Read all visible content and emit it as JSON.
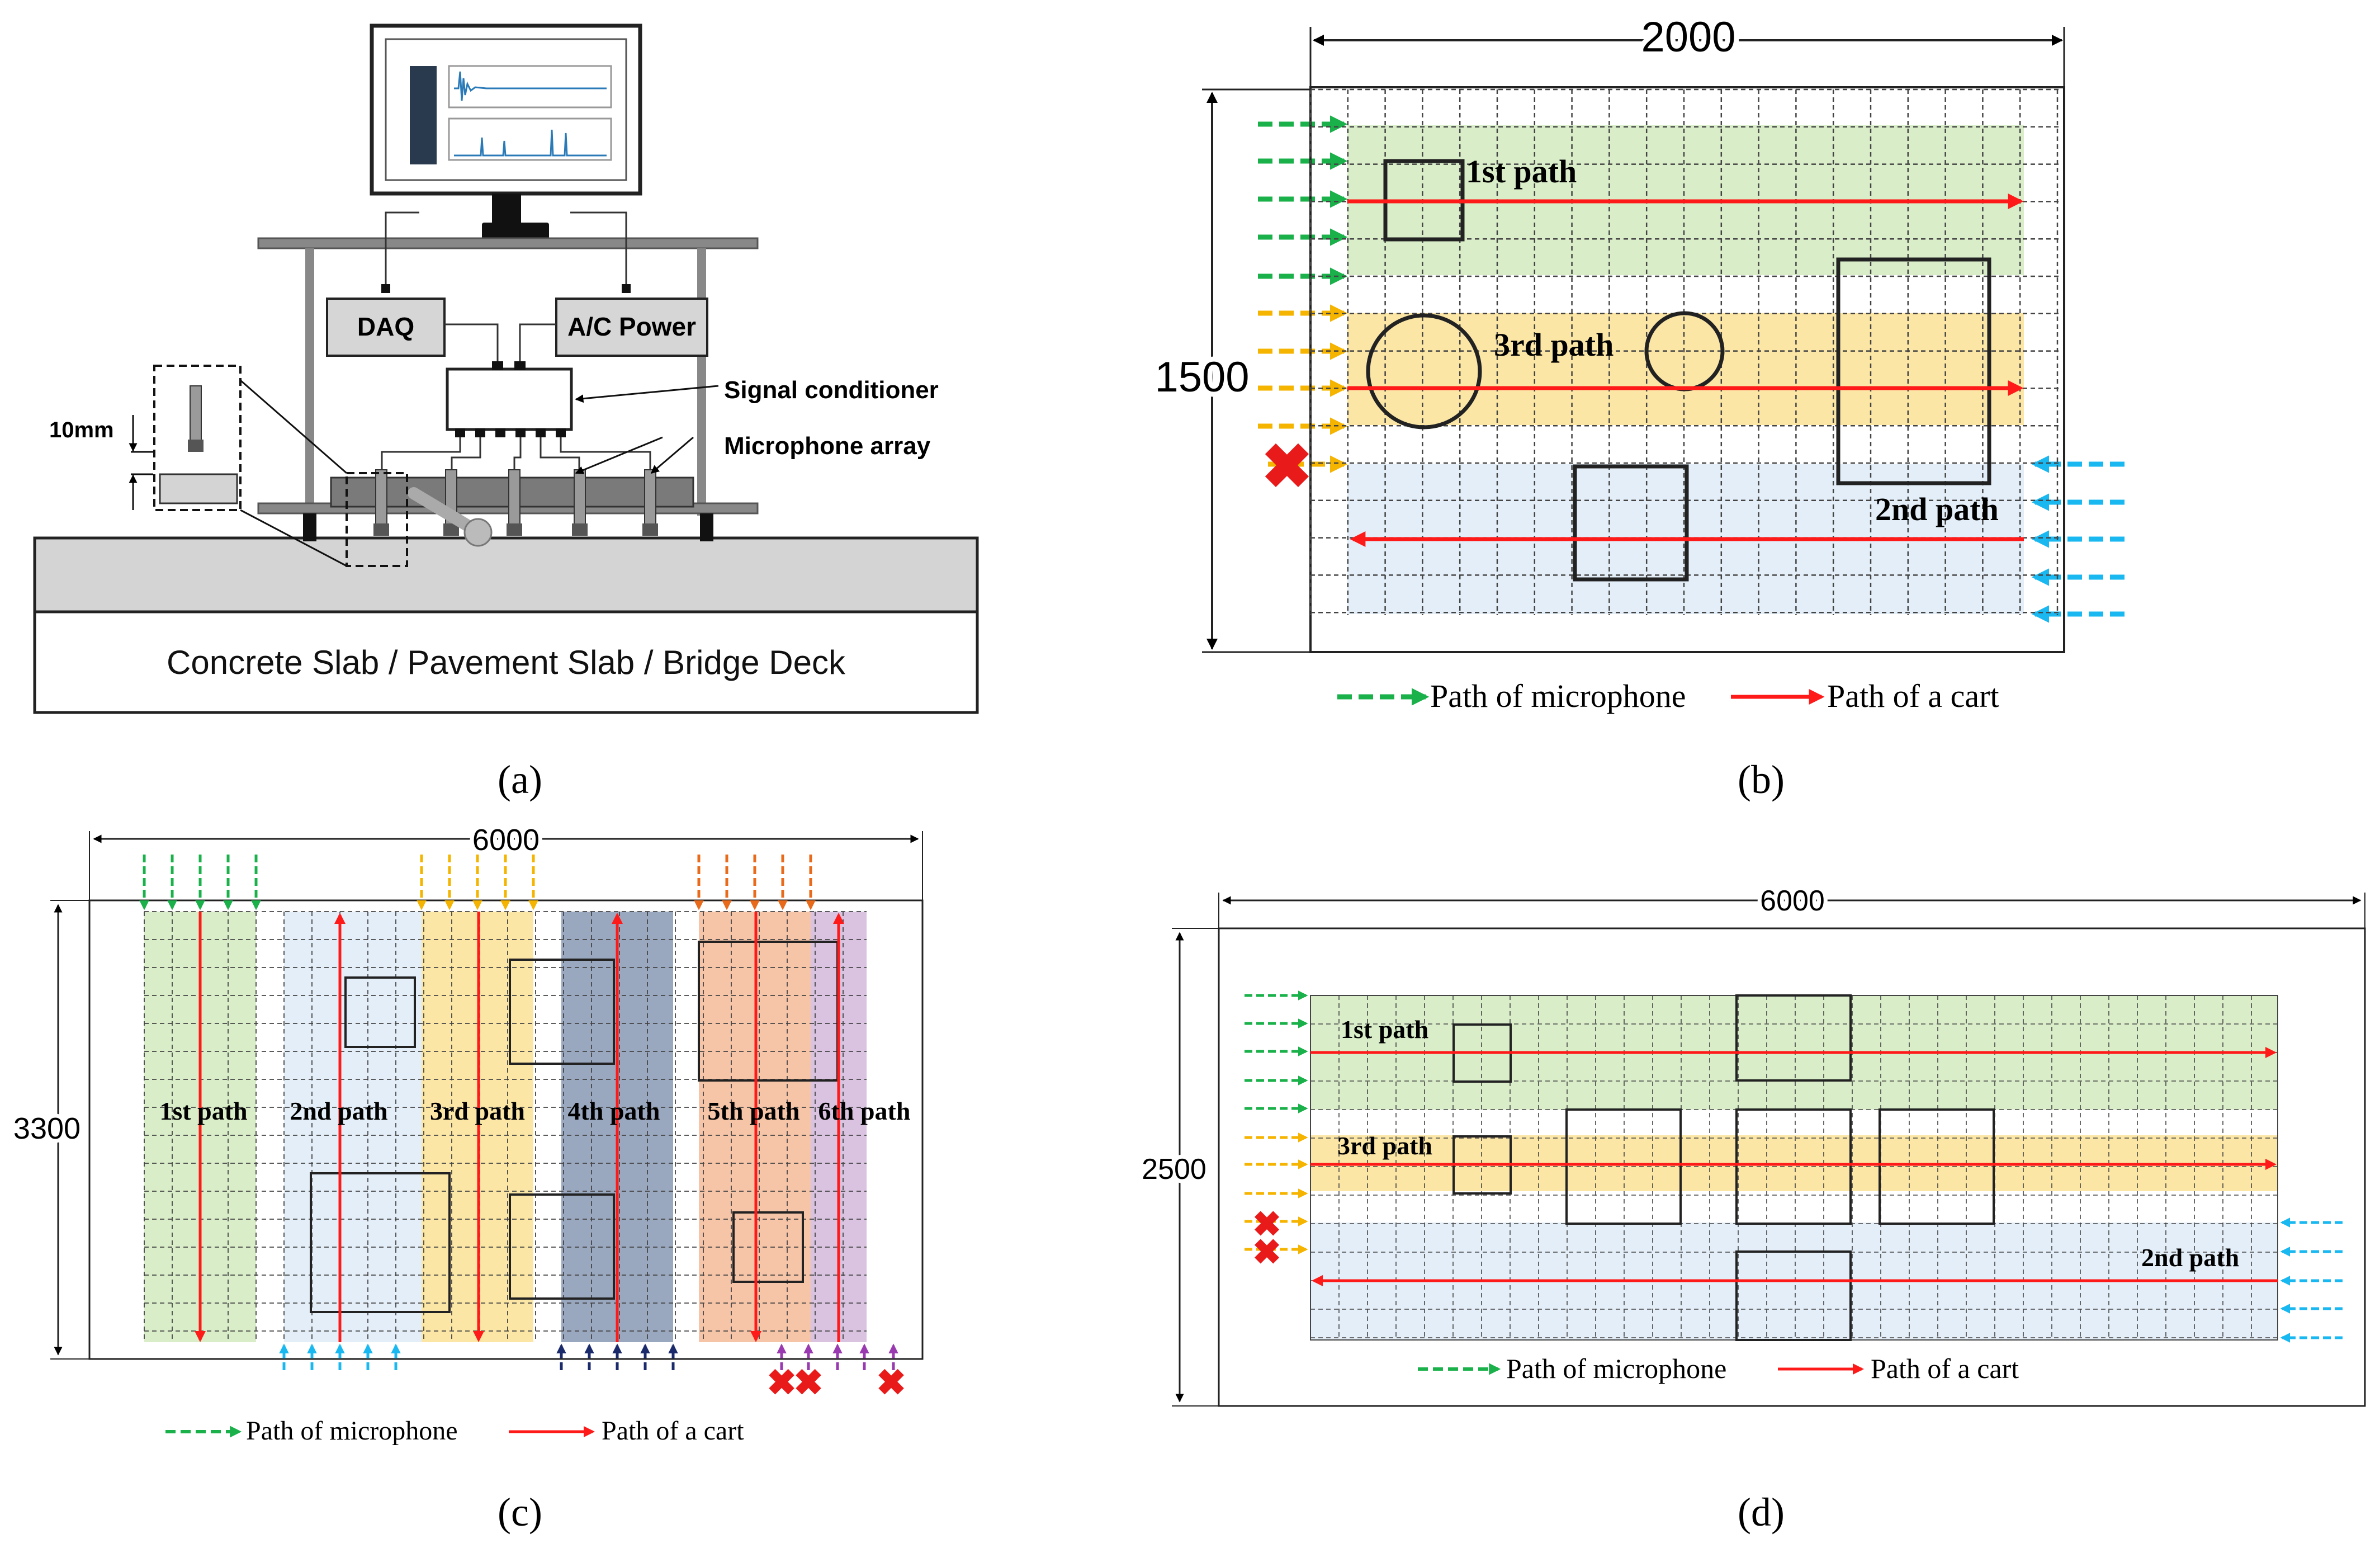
{
  "panel_labels": {
    "a": "(a)",
    "b": "(b)",
    "c": "(c)",
    "d": "(d)"
  },
  "panel_a": {
    "daq": "DAQ",
    "ac_power": "A/C Power",
    "signal_conditioner": "Signal conditioner",
    "microphone_array": "Microphone array",
    "gap": "10mm",
    "slab": "Concrete Slab / Pavement Slab / Bridge Deck"
  },
  "panel_b": {
    "width_dim": "2000",
    "height_dim": "1500",
    "paths": [
      "1st path",
      "3rd path",
      "2nd path"
    ]
  },
  "panel_c": {
    "width_dim": "6000",
    "height_dim": "3300",
    "paths": [
      "1st path",
      "2nd path",
      "3rd path",
      "4th path",
      "5th path",
      "6th path"
    ]
  },
  "panel_d": {
    "width_dim": "6000",
    "height_dim": "2500",
    "paths": [
      "1st path",
      "3rd path",
      "2nd path"
    ]
  },
  "legend": {
    "microphone": "Path of microphone",
    "cart": "Path of a cart"
  },
  "colors": {
    "green_band": "#d8edc8",
    "yellow_band": "#fbe6a5",
    "blue_band": "#e3eef8",
    "navy_band": "#9aa8bf",
    "orange_band": "#f6c4a6",
    "purple_band": "#d9c3e0",
    "cart_red": "#ff1a1a",
    "mic_green": "#1ab04a",
    "mic_yellow": "#f5b400",
    "mic_cyan": "#1ab8f0",
    "mic_navy": "#1a2a6a",
    "mic_orange": "#e86a1a",
    "mic_purple": "#9a3ab0"
  }
}
